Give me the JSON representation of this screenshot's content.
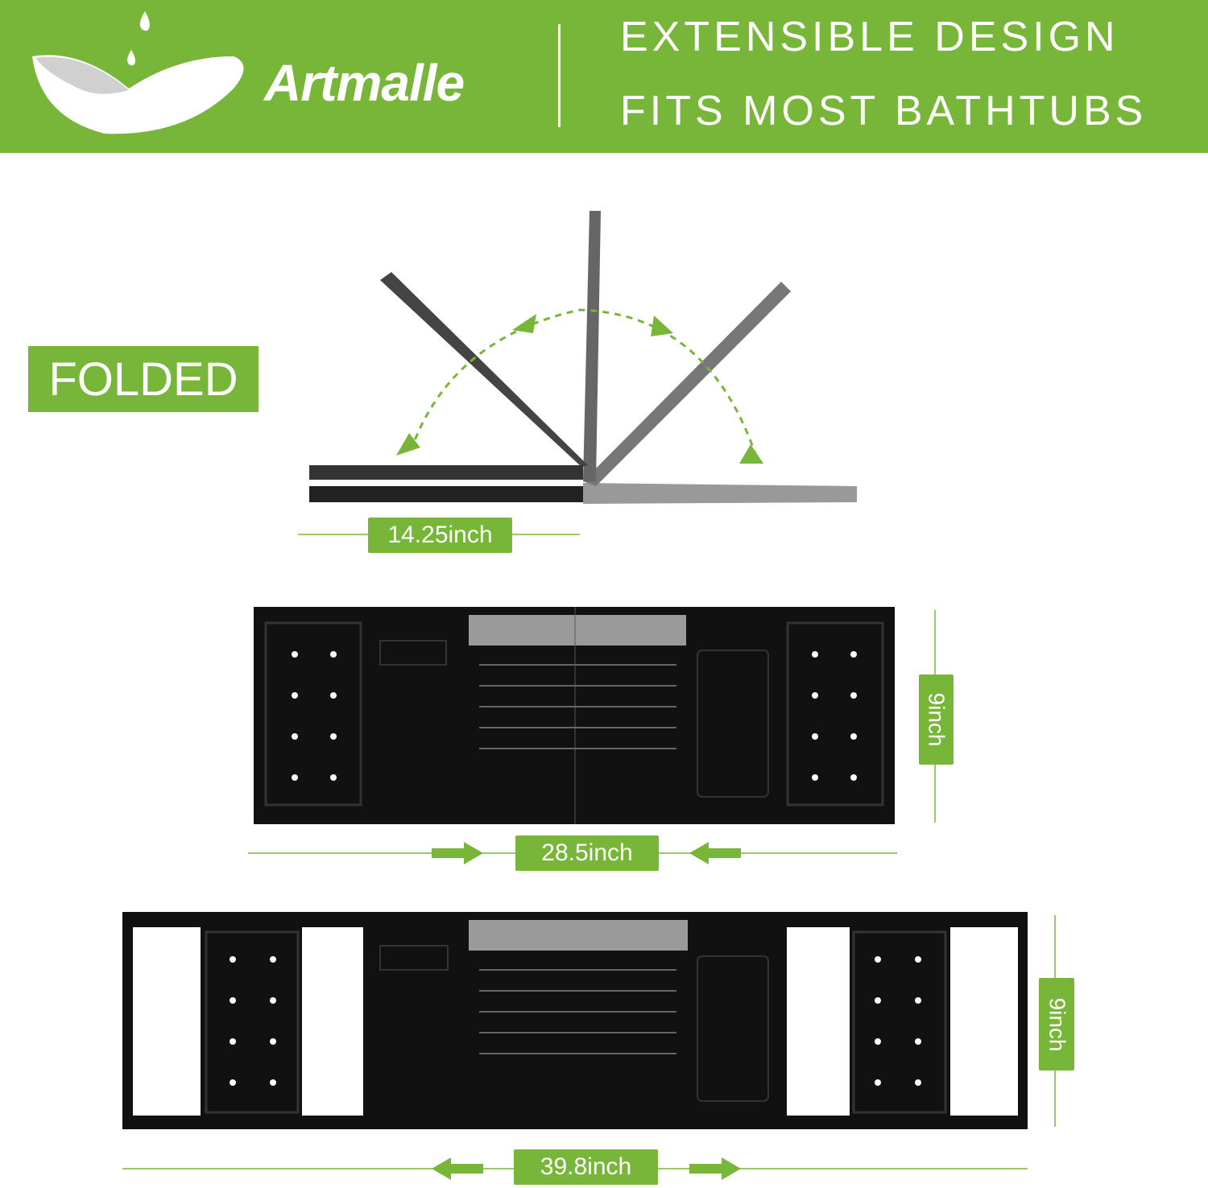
{
  "brand": {
    "name": "Artmalle"
  },
  "header": {
    "line1": "EXTENSIBLE DESIGN",
    "line2": "FITS MOST BATHTUBS"
  },
  "badge": "FOLDED",
  "dimensions": {
    "folded_length": "14.25inch",
    "min_length": "28.5inch",
    "max_length": "39.8inch",
    "width_min": "9inch",
    "width_max": "9inch"
  },
  "colors": {
    "accent": "#78b63a",
    "tray": "#111111"
  }
}
